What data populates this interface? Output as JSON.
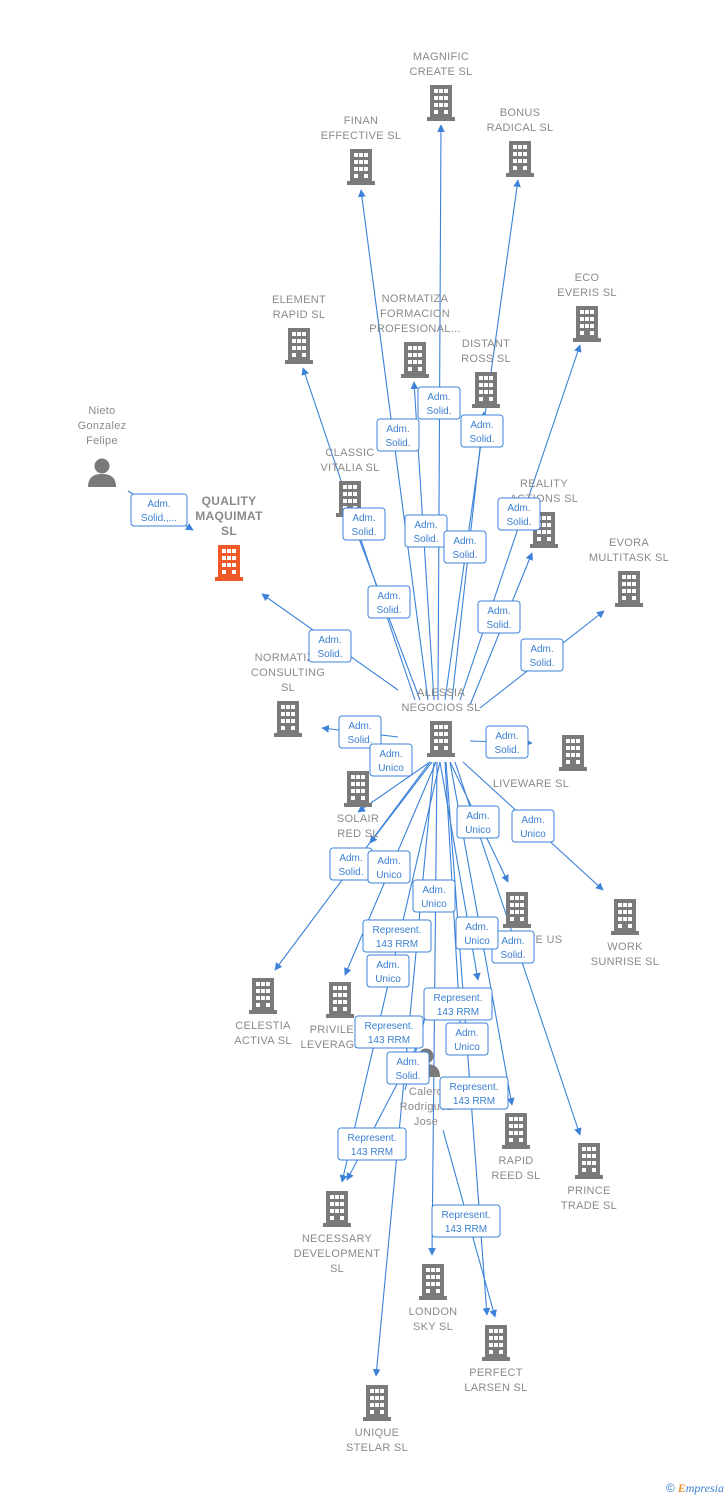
{
  "colors": {
    "edge": "#3b82d8",
    "building": "#7a7a7a",
    "focus": "#f05a28",
    "person": "#7a7a7a",
    "label": "#8a8a8a"
  },
  "footer": {
    "copyright": "©",
    "brand_initial": "E",
    "brand_rest": "mpresia"
  },
  "nodes": [
    {
      "id": "magnific",
      "type": "company",
      "lines": [
        "MAGNIFIC",
        "CREATE  SL"
      ]
    },
    {
      "id": "finan",
      "type": "company",
      "lines": [
        "FINAN",
        "EFFECTIVE  SL"
      ]
    },
    {
      "id": "bonus",
      "type": "company",
      "lines": [
        "BONUS",
        "RADICAL  SL"
      ]
    },
    {
      "id": "eco",
      "type": "company",
      "lines": [
        "ECO",
        "EVERIS  SL"
      ]
    },
    {
      "id": "element",
      "type": "company",
      "lines": [
        "ELEMENT",
        "RAPID  SL"
      ]
    },
    {
      "id": "normatiza_f",
      "type": "company",
      "lines": [
        "NORMATIZA",
        "FORMACION",
        "PROFESIONAL..."
      ]
    },
    {
      "id": "distant",
      "type": "company",
      "lines": [
        "DISTANT",
        "ROSS  SL"
      ]
    },
    {
      "id": "nieto",
      "type": "person",
      "lines": [
        "Nieto",
        "Gonzalez",
        "Felipe"
      ]
    },
    {
      "id": "quality",
      "type": "focus",
      "lines": [
        "QUALITY",
        "MAQUIMAT",
        "SL"
      ]
    },
    {
      "id": "classic",
      "type": "company",
      "lines": [
        "CLASSIC",
        "VITALIA  SL"
      ]
    },
    {
      "id": "reality",
      "type": "company",
      "lines": [
        "REALITY",
        "ACTIONS  SL"
      ]
    },
    {
      "id": "evora",
      "type": "company",
      "lines": [
        "EVORA",
        "MULTITASK  SL"
      ]
    },
    {
      "id": "normatiza_c",
      "type": "company",
      "lines": [
        "NORMATIZA",
        "CONSULTING",
        "SL"
      ]
    },
    {
      "id": "alessia",
      "type": "company",
      "lines": [
        "ALESSIA",
        "NEGOCIOS  SL"
      ]
    },
    {
      "id": "liveware",
      "type": "company",
      "lines": [
        "LIVEWARE  SL"
      ]
    },
    {
      "id": "solair",
      "type": "company",
      "lines": [
        "SOLAIR",
        "RED  SL"
      ]
    },
    {
      "id": "work",
      "type": "company",
      "lines": [
        "WORK",
        "SUNRISE  SL"
      ]
    },
    {
      "id": "collective",
      "type": "company",
      "lines": [
        "COLLECTIVE  US",
        "SL"
      ]
    },
    {
      "id": "celestia",
      "type": "company",
      "lines": [
        "CELESTIA",
        "ACTIVA  SL"
      ]
    },
    {
      "id": "privilege",
      "type": "company",
      "lines": [
        "PRIVILEGE",
        "LEVERAGE SL"
      ]
    },
    {
      "id": "pablo",
      "type": "person",
      "lines": [
        "Calero",
        "Rodriguez",
        "Jose"
      ]
    },
    {
      "id": "rapid",
      "type": "company",
      "lines": [
        "RAPID",
        "REED  SL"
      ]
    },
    {
      "id": "prince",
      "type": "company",
      "lines": [
        "PRINCE",
        "TRADE  SL"
      ]
    },
    {
      "id": "necessary",
      "type": "company",
      "lines": [
        "NECESSARY",
        "DEVELOPMENT",
        "SL"
      ]
    },
    {
      "id": "london",
      "type": "company",
      "lines": [
        "LONDON",
        "SKY  SL"
      ]
    },
    {
      "id": "perfect",
      "type": "company",
      "lines": [
        "PERFECT",
        "LARSEN  SL"
      ]
    },
    {
      "id": "unique",
      "type": "company",
      "lines": [
        "UNIQUE",
        "STELAR  SL"
      ]
    }
  ],
  "relations": [
    {
      "lines": [
        "Adm.",
        "Solid.,..."
      ]
    },
    {
      "lines": [
        "Adm.",
        "Solid."
      ]
    },
    {
      "lines": [
        "Adm.",
        "Solid."
      ]
    },
    {
      "lines": [
        "Adm.",
        "Solid."
      ]
    },
    {
      "lines": [
        "Adm.",
        "Solid."
      ]
    },
    {
      "lines": [
        "Adm.",
        "Solid."
      ]
    },
    {
      "lines": [
        "Adm.",
        "Solid."
      ]
    },
    {
      "lines": [
        "Adm.",
        "Solid."
      ]
    },
    {
      "lines": [
        "Adm.",
        "Solid."
      ]
    },
    {
      "lines": [
        "Adm.",
        "Solid."
      ]
    },
    {
      "lines": [
        "Adm.",
        "Solid."
      ]
    },
    {
      "lines": [
        "Adm.",
        "Solid."
      ]
    },
    {
      "lines": [
        "Adm.",
        "Solid."
      ]
    },
    {
      "lines": [
        "Adm.",
        "Solid."
      ]
    },
    {
      "lines": [
        "Adm.",
        "Unico"
      ]
    },
    {
      "lines": [
        "Adm.",
        "Unico"
      ]
    },
    {
      "lines": [
        "Adm.",
        "Unico"
      ]
    },
    {
      "lines": [
        "Adm.",
        "Solid."
      ]
    },
    {
      "lines": [
        "Adm.",
        "Unico"
      ]
    },
    {
      "lines": [
        "Adm.",
        "Unico"
      ]
    },
    {
      "lines": [
        "Represent.",
        "143 RRM"
      ]
    },
    {
      "lines": [
        "Adm.",
        "Unico"
      ]
    },
    {
      "lines": [
        "Adm.",
        "Solid."
      ]
    },
    {
      "lines": [
        "Adm.",
        "Unico"
      ]
    },
    {
      "lines": [
        "Represent.",
        "143 RRM"
      ]
    },
    {
      "lines": [
        "Represent.",
        "143 RRM"
      ]
    },
    {
      "lines": [
        "Adm.",
        "Unico"
      ]
    },
    {
      "lines": [
        "Adm.",
        "Solid."
      ]
    },
    {
      "lines": [
        "Represent.",
        "143 RRM"
      ]
    },
    {
      "lines": [
        "Represent.",
        "143 RRM"
      ]
    },
    {
      "lines": [
        "Represent.",
        "143 RRM"
      ]
    }
  ]
}
